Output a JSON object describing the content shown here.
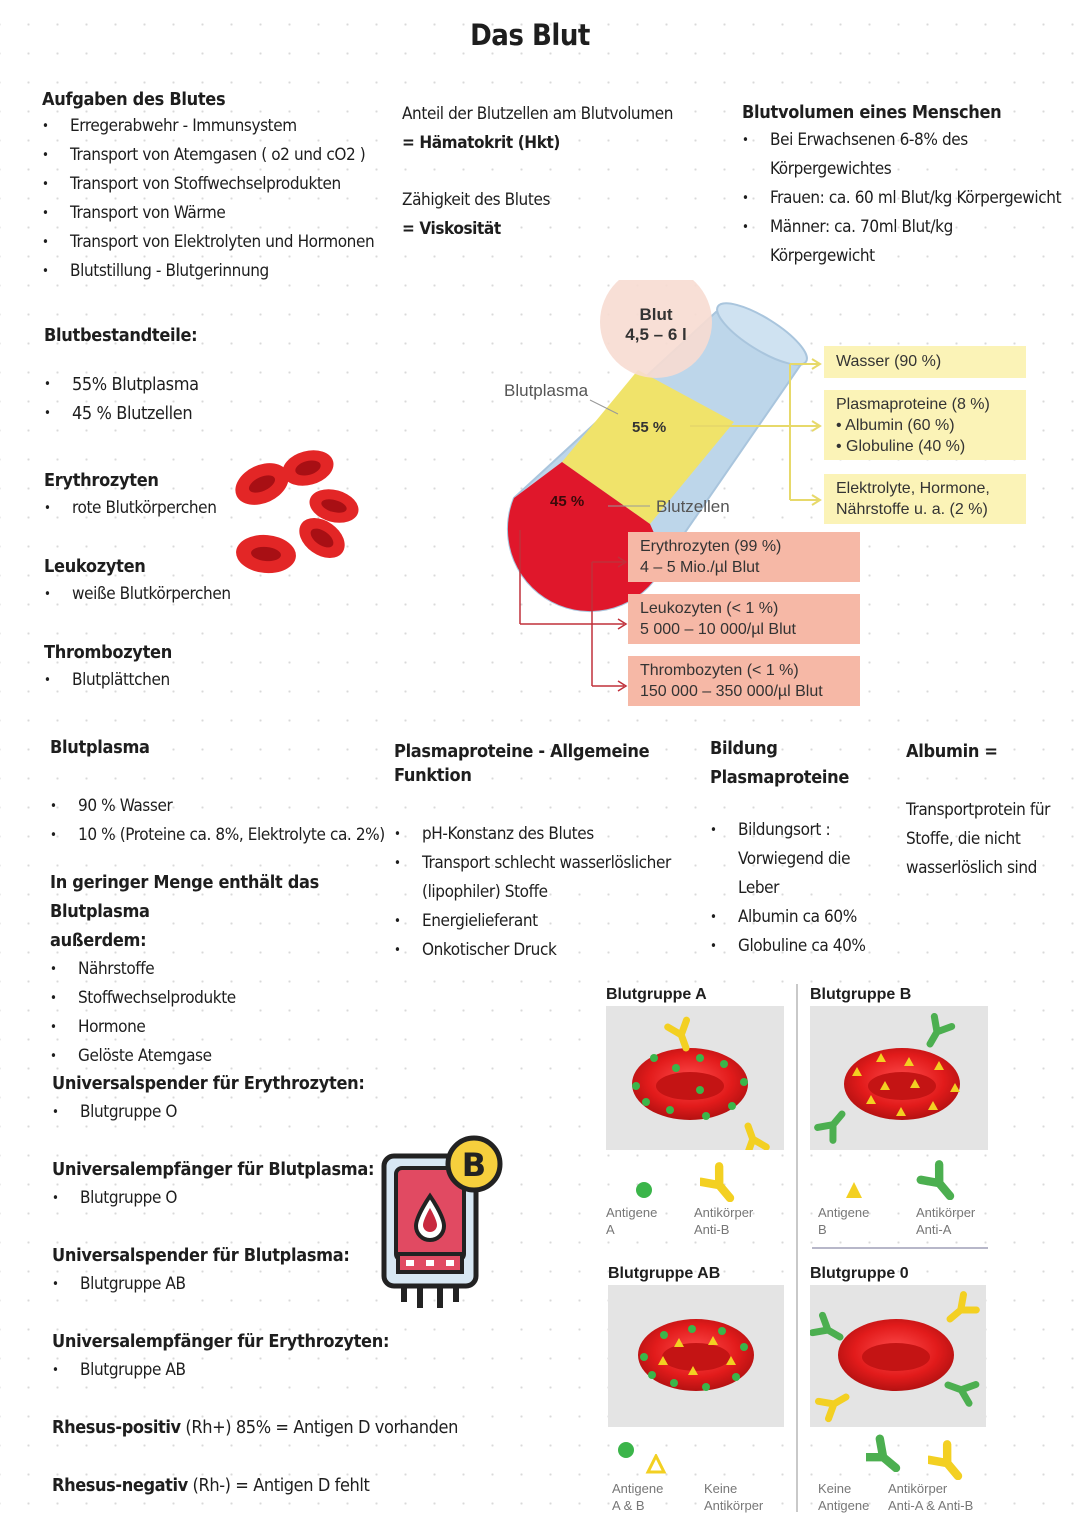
{
  "title": "Das Blut",
  "aufgaben": {
    "heading": "Aufgaben des Blutes",
    "items": [
      "Erregerabwehr - Immunsystem",
      "Transport von Atemgasen ( o2 und cO2 )",
      "Transport von Stoffwechselprodukten",
      "Transport von Wärme",
      "Transport von Elektrolyten und Hormonen",
      "Blutstillung - Blutgerinnung"
    ]
  },
  "haematokrit": {
    "line1": "Anteil der Blutzellen am Blutvolumen",
    "line2": "= Hämatokrit (Hkt)"
  },
  "viskositaet": {
    "line1": "Zähigkeit des Blutes",
    "line2": "= Viskosität"
  },
  "blutvolumen": {
    "heading": "Blutvolumen eines Menschen",
    "items": [
      "Bei Erwachsenen 6-8% des Körpergewichtes",
      "Frauen: ca. 60 ml Blut/kg Körpergewicht",
      "Männer: ca. 70ml Blut/kg Körpergewicht"
    ]
  },
  "bestandteile": {
    "heading": "Blutbestandteile:",
    "items": [
      "55% Blutplasma",
      "45 % Blutzellen"
    ]
  },
  "zellen": [
    {
      "heading": "Erythrozyten",
      "item": "rote Blutkörperchen"
    },
    {
      "heading": "Leukozyten",
      "item": "weiße Blutkörperchen"
    },
    {
      "heading": "Thrombozyten",
      "item": "Blutplättchen"
    }
  ],
  "diagram": {
    "blut_label": "Blut",
    "blut_volume": "4,5 – 6 l",
    "plasma_label": "Blutplasma",
    "plasma_pct": "55 %",
    "cells_pct": "45 %",
    "cells_label": "Blutzellen",
    "plasma_boxes": [
      {
        "lines": [
          "Wasser (90 %)"
        ]
      },
      {
        "lines": [
          "Plasmaproteine (8 %)",
          "• Albumin (60 %)",
          "• Globuline (40 %)"
        ]
      },
      {
        "lines": [
          "Elektrolyte, Hormone,",
          "Nährstoffe u. a. (2 %)"
        ]
      }
    ],
    "cell_boxes": [
      {
        "lines": [
          "Erythrozyten (99 %)",
          "4 – 5 Mio./µl Blut"
        ]
      },
      {
        "lines": [
          "Leukozyten (< 1 %)",
          "5 000 – 10 000/µl Blut"
        ]
      },
      {
        "lines": [
          "Thrombozyten (< 1 %)",
          "150 000 – 350 000/µl Blut"
        ]
      }
    ],
    "colors": {
      "plasma": "#f0e36a",
      "cells": "#e0172b",
      "tube": "#bdd6ea",
      "cap": "#f7dcd2"
    }
  },
  "blutplasma": {
    "heading": "Blutplasma",
    "items": [
      "90 % Wasser",
      "10 % (Proteine ca. 8%, Elektrolyte ca. 2%)"
    ],
    "heading2_line1": "In geringer Menge enthält das Blutplasma",
    "heading2_line2": "außerdem:",
    "items2": [
      "Nährstoffe",
      "Stoffwechselprodukte",
      "Hormone",
      "Gelöste Atemgase"
    ]
  },
  "plasmaproteine": {
    "heading": "Plasmaproteine - Allgemeine Funktion",
    "items": [
      "pH-Konstanz des Blutes",
      "Transport schlecht wasserlöslicher (lipophiler) Stoffe",
      "Energielieferant",
      "Onkotischer Druck"
    ]
  },
  "bildung": {
    "heading_line1": "Bildung",
    "heading_line2": "Plasmaproteine",
    "items": [
      "Bildungsort : Vorwiegend die Leber",
      "Albumin ca 60%",
      "Globuline ca 40%"
    ]
  },
  "albumin": {
    "heading": "Albumin =",
    "text_lines": [
      "Transportprotein für",
      "Stoffe, die nicht",
      "wasserlöslich sind"
    ]
  },
  "universal": [
    {
      "heading": "Universalspender für Erythrozyten:",
      "item": "Blutgruppe O"
    },
    {
      "heading": "Universalempfänger für Blutplasma:",
      "item": "Blutgruppe O"
    },
    {
      "heading": "Universalspender für Blutplasma:",
      "item": "Blutgruppe AB"
    },
    {
      "heading": "Universalempfänger für Erythrozyten:",
      "item": "Blutgruppe AB"
    }
  ],
  "rhesus": [
    {
      "bold": "Rhesus-positiv",
      "rest": " (Rh+) 85% = Antigen D vorhanden"
    },
    {
      "bold": "Rhesus-negativ",
      "rest": " (Rh-) = Antigen D fehlt"
    }
  ],
  "blood_bag_badge": "B",
  "blutgruppen": [
    {
      "name": "Blutgruppe A",
      "left": [
        "Antigene",
        "A"
      ],
      "right": [
        "Antikörper",
        "Anti-B"
      ]
    },
    {
      "name": "Blutgruppe B",
      "left": [
        "Antigene",
        "B"
      ],
      "right": [
        "Antikörper",
        "Anti-A"
      ]
    },
    {
      "name": "Blutgruppe AB",
      "left": [
        "Antigene",
        "A & B"
      ],
      "right": [
        "Keine",
        "Antikörper"
      ]
    },
    {
      "name": "Blutgruppe 0",
      "left": [
        "Keine",
        "Antigene"
      ],
      "right": [
        "Antikörper",
        "Anti-A & Anti-B"
      ]
    }
  ]
}
